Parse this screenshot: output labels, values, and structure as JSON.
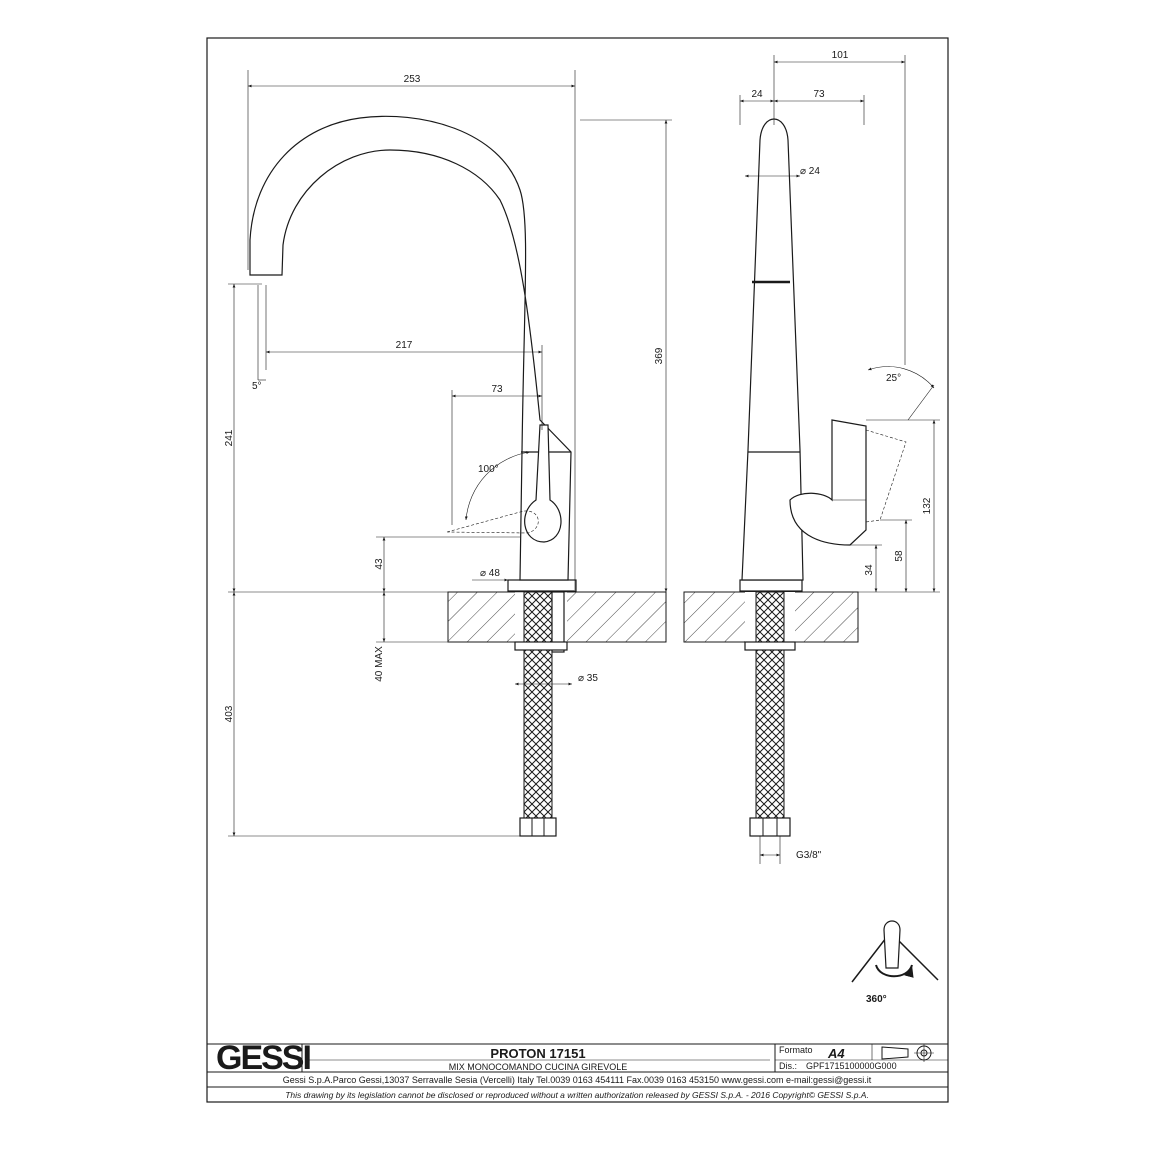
{
  "drawing": {
    "front_view": {
      "dims": {
        "reach_total": "253",
        "reach_handle": "217",
        "handle_offset": "73",
        "spout_height": "241",
        "overall_height": "369",
        "base_height": "43",
        "base_diameter": "⌀ 48",
        "deck_thickness": "40 MAX",
        "shank_length": "403",
        "shank_diameter": "⌀ 35",
        "spout_angle": "5°",
        "handle_angle": "100°"
      }
    },
    "side_view": {
      "dims": {
        "depth_total": "101",
        "depth_front": "24",
        "depth_rear": "73",
        "body_diameter": "⌀ 24",
        "handle_tilt": "25°",
        "handle_height": "132",
        "handle_pivot": "58",
        "lever_base": "34",
        "connection": "G3/8\""
      }
    },
    "rotation_label": "360°"
  },
  "title_block": {
    "logo": "GESSI",
    "product": "PROTON 17151",
    "description": "MIX MONOCOMANDO CUCINA GIREVOLE",
    "formato_label": "Formato",
    "formato_value": "A4",
    "dis_label": "Dis.:",
    "dis_value": "GPF1715100000G000",
    "address": "Gessi S.p.A.Parco Gessi,13037 Serravalle Sesia (Vercelli) Italy Tel.0039 0163 454111 Fax.0039 0163 453150 www.gessi.com e-mail:gessi@gessi.it",
    "legal": "This drawing by its legislation cannot be disclosed or reproduced without a written authorization released by GESSI S.p.A. - 2016 Copyright© GESSI S.p.A."
  }
}
